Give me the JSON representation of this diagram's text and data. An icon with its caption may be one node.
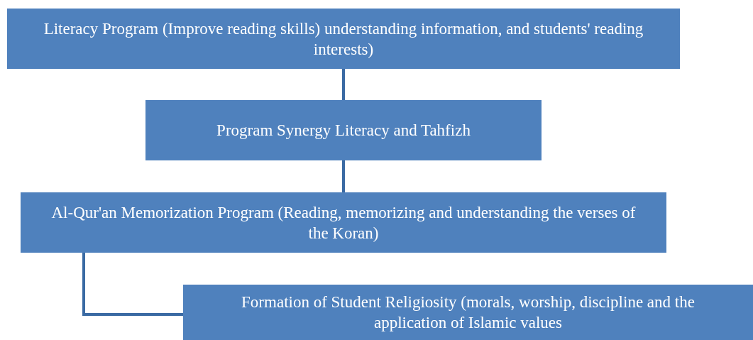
{
  "diagram": {
    "nodes": [
      {
        "text": [
          "Literacy Program (Improve reading skills) understanding information, and students' reading interests)"
        ]
      },
      {
        "text": [
          "Program Synergy Literacy and Tahfizh"
        ]
      },
      {
        "text": [
          "Al-Qur'an Memorization Program (Reading, memorizing and understanding the verses of the Koran)"
        ]
      },
      {
        "text": [
          "Formation of Student Religiosity (morals, worship, discipline and the application of Islamic values"
        ]
      }
    ],
    "edges": [
      {
        "from": 0,
        "to": 1,
        "arrow": "none"
      },
      {
        "from": 1,
        "to": 2,
        "arrow": "none"
      },
      {
        "from": 2,
        "to": 3,
        "arrow": "none"
      }
    ]
  }
}
